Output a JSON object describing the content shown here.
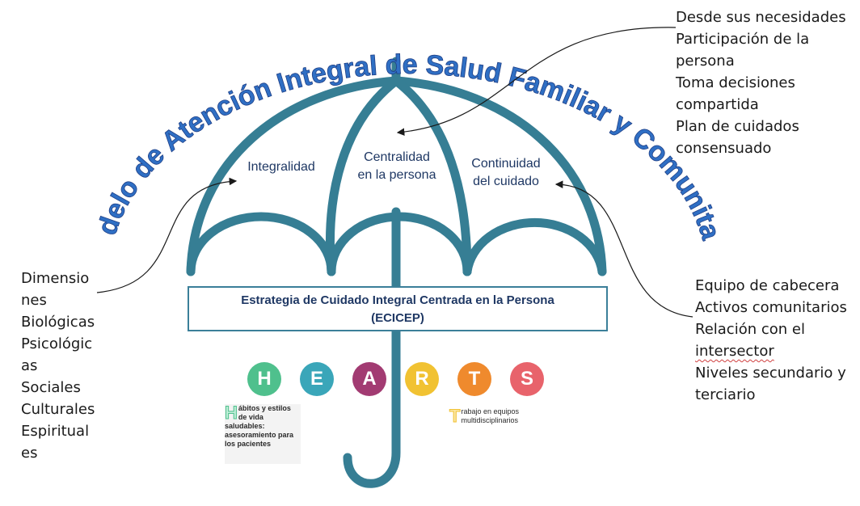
{
  "title": "Modelo de Atención Integral de Salud Familiar y Comunitario",
  "umbrella_panels": {
    "left": "Integralidad",
    "center": "Centralidad\nen la persona",
    "right": "Continuidad\ndel cuidado"
  },
  "strategy": {
    "line1": "Estrategia de Cuidado Integral Centrada en la Persona",
    "line2": "(ECICEP)"
  },
  "notes": {
    "top": "Desde sus necesidades\nParticipación de la\npersona\nToma decisiones\ncompartida\nPlan de cuidados\nconsensuado",
    "left": "Dimensio\nnes\nBiológicas\nPsicológic\nas\nSociales\nCulturales\nEspiritual\nes",
    "right_lines": [
      "Equipo de cabecera",
      "Activos comunitarios",
      "Relación con el",
      "intersector",
      "Niveles secundario y",
      "terciario"
    ]
  },
  "hearts": [
    {
      "letter": "H",
      "color": "#4fc08d"
    },
    {
      "letter": "E",
      "color": "#3aa6b9"
    },
    {
      "letter": "A",
      "color": "#a23b72"
    },
    {
      "letter": "R",
      "color": "#f1c232"
    },
    {
      "letter": "T",
      "color": "#ef8a2d"
    },
    {
      "letter": "S",
      "color": "#e8636b"
    }
  ],
  "legend": {
    "h": {
      "letter": "H",
      "text": "ábitos y estilos de vida saludables: asesoramiento para los pacientes"
    },
    "t": {
      "letter": "T",
      "text": "rabajo en equipos multidisciplinarios"
    }
  },
  "colors": {
    "umbrella": "#367e94",
    "title": "#2f6fc4",
    "title_outline": "#1f3f86",
    "label_text": "#1f3864"
  }
}
